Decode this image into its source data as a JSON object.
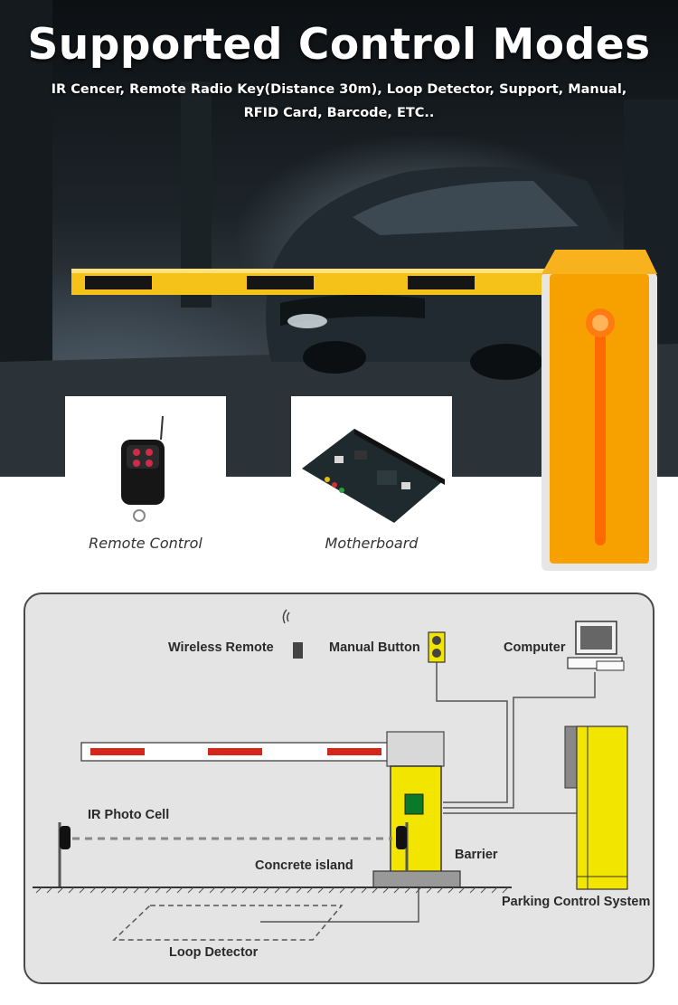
{
  "header": {
    "title": "Supported Control Modes",
    "subtitle_line1": "IR Cencer, Remote Radio Key(Distance 30m), Loop Detector, Support, Manual,",
    "subtitle_line2": "RFID Card, Barcode, ETC.."
  },
  "products": [
    {
      "caption": "Remote Control",
      "icon": "remote-control-icon"
    },
    {
      "caption": "Motherboard",
      "icon": "motherboard-icon"
    }
  ],
  "diagram": {
    "labels": {
      "wireless_remote": "Wireless Remote",
      "manual_button": "Manual Button",
      "computer": "Computer",
      "ir_photo_cell": "IR Photo Cell",
      "concrete_island": "Concrete island",
      "barrier": "Barrier",
      "parking_control_system": "Parking Control System",
      "loop_detector": "Loop Detector"
    }
  },
  "colors": {
    "barrier_orange": "#f7a100",
    "boom_yellow": "#f5c21a",
    "diagram_yellow": "#f2e600",
    "stripe_red": "#d6261c",
    "panel_gray": "#e4e4e4"
  }
}
